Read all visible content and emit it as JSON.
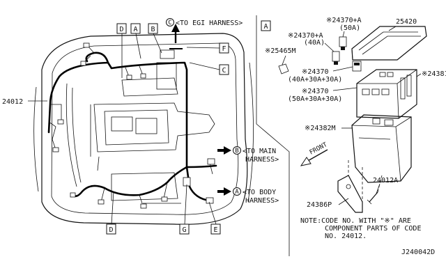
{
  "callouts": {
    "A_top": "A",
    "B_top": "B",
    "C_right": "C",
    "D_top": "D",
    "D_bottom": "D",
    "E_bottom": "E",
    "F_right": "F",
    "G_bottom": "G",
    "A_panel": "A"
  },
  "harness_refs": {
    "egi": {
      "circle": "C",
      "text": "<TO EGI HARNESS>"
    },
    "main": {
      "circle": "B",
      "line1": "<TO MAIN",
      "line2": "HARNESS>"
    },
    "body": {
      "circle": "A",
      "line1": "<TO BODY",
      "line2": "HARNESS>"
    }
  },
  "part_numbers": {
    "main_harness": "24012",
    "cover": "25420",
    "fuse_50a": "※24370+A",
    "fuse_50a_amp": "(50A)",
    "fuse_40a": "※24370+A",
    "fuse_40a_amp": "(40A)",
    "fuse_small": "※25465M",
    "fuse_block_a": "※24370",
    "fuse_block_a_amp": "(40A+30A+30A)",
    "fuse_block_b": "※24370",
    "fuse_block_b_amp": "(50A+30A+30A)",
    "relay_box": "※24381",
    "holder": "※24382M",
    "bolt": "24012A",
    "bracket": "24386P"
  },
  "front_label": "FRONT",
  "note": {
    "line1": "NOTE:CODE NO. WITH \"※\" ARE",
    "line2": "COMPONENT PARTS OF CODE",
    "line3": "NO. 24012."
  },
  "diagram_code": "J240042D"
}
